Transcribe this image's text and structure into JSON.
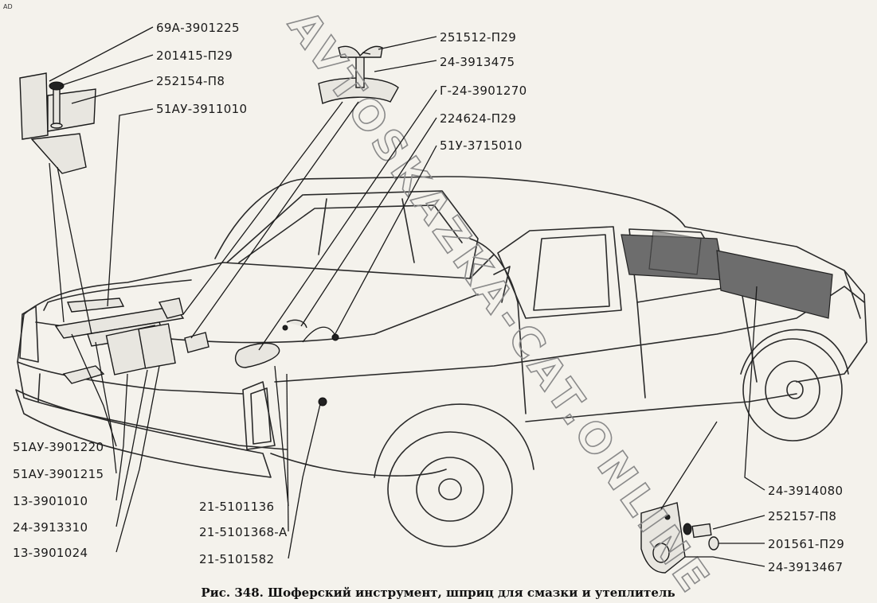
{
  "corner_mark": "AD",
  "watermark": "AVTOSKAZKA-CAT.ONLINE",
  "caption": "Рис. 348. Шоферский инструмент, шприц для смазки и утеплитель",
  "labels": {
    "p1": "69А-3901225",
    "p2": "201415-П29",
    "p3": "252154-П8",
    "p4": "51АУ-3911010",
    "p5": "251512-П29",
    "p6": "24-3913475",
    "p7": "Г-24-3901270",
    "p8": "224624-П29",
    "p9": "51У-3715010",
    "p10": "51АУ-3901220",
    "p11": "51АУ-3901215",
    "p12": "13-3901010",
    "p13": "24-3913310",
    "p14": "13-3901024",
    "p15": "21-5101136",
    "p16": "21-5101368-А",
    "p17": "21-5101582",
    "p18": "24-3914080",
    "p19": "252157-П8",
    "p20": "201561-П29",
    "p21": "24-3913467"
  }
}
